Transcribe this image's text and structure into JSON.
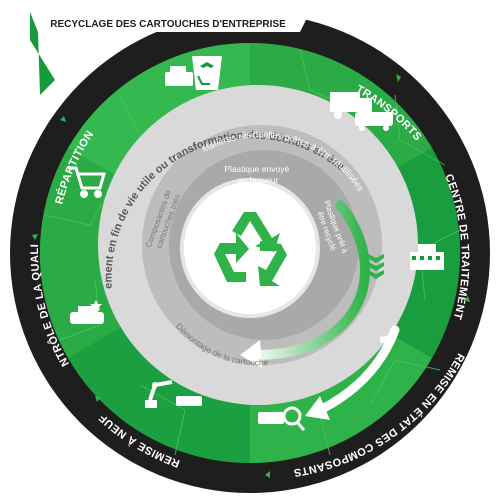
{
  "colors": {
    "dark_ring": "#1e1e1e",
    "green_dark": "#179a3b",
    "green_mid": "#2fb24a",
    "green_light": "#4cc45a",
    "grey_outer": "#d4d4d4",
    "grey_mid": "#bdbdbd",
    "grey_inner": "#a8a8a8",
    "white": "#ffffff"
  },
  "outer_ring": {
    "banner": "RECYCLAGE DES CARTOUCHES D'ENTREPRISE",
    "stages": [
      "TRANSPORTS",
      "CENTRE DE TRAITEMENT",
      "REMISE EN ÉTAT DES COMPOSANTS",
      "REMISE À NEUF",
      "CONTRÔLE DE LA QUALITÉ",
      "RÉPARTITION"
    ]
  },
  "inner": {
    "treatment_label": "Traitement en fin de vie utile ou transformation des déchets en énergie",
    "residual": "Matières résiduelles prêtes à être réutilisées",
    "plastic_sent_1": "Plastique envoyé",
    "plastic_sent_2": "au broyeur",
    "sorted_1": "Composantes de",
    "sorted_2": "cartouches triés",
    "plastic_ready_1": "Plastique prêt à",
    "plastic_ready_2": "être recyclé",
    "dismantle": "Démontage de la cartouche"
  },
  "icons": [
    "recycle-icon",
    "recycle-bin-icon",
    "trucks-icon",
    "factory-icon",
    "inspection-icon",
    "robot-arm-icon",
    "cartridge-icon",
    "shopping-cart-icon"
  ]
}
